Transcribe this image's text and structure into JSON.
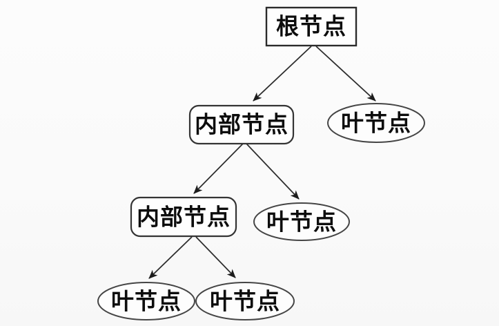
{
  "diagram": {
    "type": "tree",
    "description": "decision tree structure diagram",
    "background_color": "#fbfbfb",
    "node_fill_color": "#fefefe",
    "line_color": "#2e2e2e",
    "text_color": "#0d0d0d",
    "nodes": [
      {
        "id": "root",
        "label": "根节点",
        "shape": "rectangle",
        "level": 1
      },
      {
        "id": "internal-1",
        "label": "内部节点",
        "shape": "rounded-rectangle",
        "level": 2
      },
      {
        "id": "leaf-1",
        "label": "叶节点",
        "shape": "ellipse",
        "level": 2
      },
      {
        "id": "internal-2",
        "label": "内部节点",
        "shape": "rounded-rectangle",
        "level": 3
      },
      {
        "id": "leaf-2",
        "label": "叶节点",
        "shape": "ellipse",
        "level": 3
      },
      {
        "id": "leaf-3",
        "label": "叶节点",
        "shape": "ellipse",
        "level": 4
      },
      {
        "id": "leaf-4",
        "label": "叶节点",
        "shape": "ellipse",
        "level": 4
      }
    ],
    "edges": [
      {
        "from": "root",
        "to": "internal-1"
      },
      {
        "from": "root",
        "to": "leaf-1"
      },
      {
        "from": "internal-1",
        "to": "internal-2"
      },
      {
        "from": "internal-1",
        "to": "leaf-2"
      },
      {
        "from": "internal-2",
        "to": "leaf-3"
      },
      {
        "from": "internal-2",
        "to": "leaf-4"
      }
    ]
  }
}
